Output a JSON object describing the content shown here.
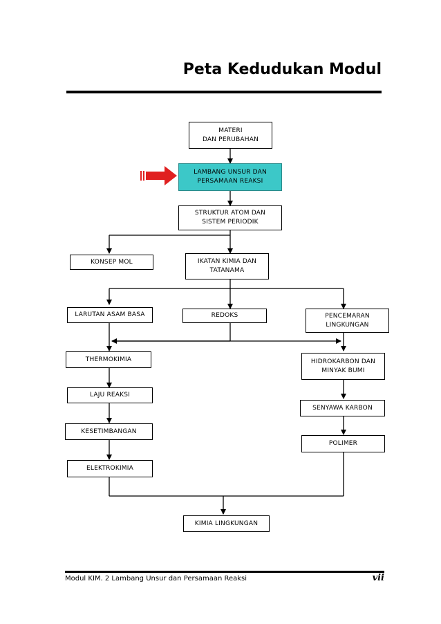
{
  "page": {
    "title": "Peta Kedudukan Modul",
    "footer_left": "Modul KIM. 2 Lambang Unsur dan Persamaan Reaksi",
    "footer_page": "vii"
  },
  "diagram": {
    "highlight_color": "#3cc8c8",
    "pointer_color": "#e02020",
    "nodes": {
      "materi": "MATERI\nDAN PERUBAHAN",
      "lambang": "LAMBANG UNSUR DAN\nPERSAMAAN REAKSI",
      "struktur": "STRUKTUR ATOM DAN\nSISTEM PERIODIK",
      "konsep_mol": "KONSEP MOL",
      "ikatan": "IKATAN KIMIA DAN\nTATANAMA",
      "larutan": "LARUTAN ASAM BASA",
      "redoks": "REDOKS",
      "pencemaran": "PENCEMARAN\nLINGKUNGAN",
      "thermokimia": "THERMOKIMIA",
      "hidrokarbon": "HIDROKARBON DAN\nMINYAK BUMI",
      "laju": "LAJU REAKSI",
      "senyawa": "SENYAWA KARBON",
      "kesetimbangan": "KESETIMBANGAN",
      "polimer": "POLIMER",
      "elektrokimia": "ELEKTROKIMIA",
      "kimia_lingkungan": "KIMIA LINGKUNGAN"
    }
  }
}
